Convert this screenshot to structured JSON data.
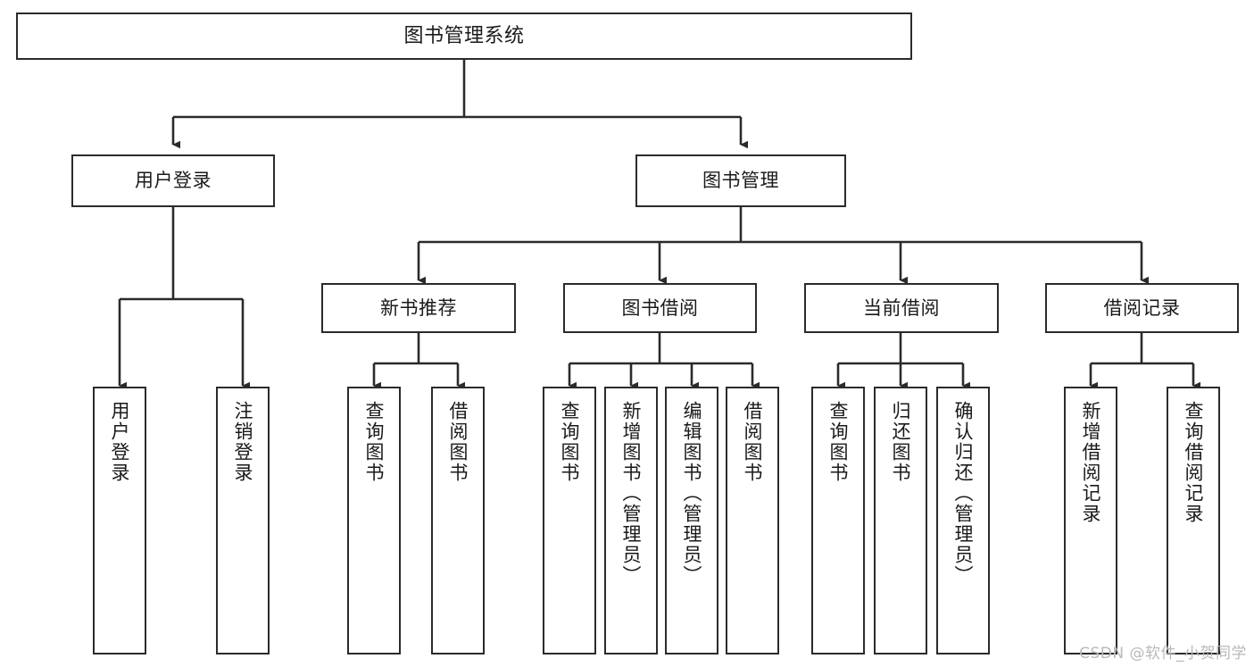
{
  "diagram": {
    "type": "tree-hierarchy",
    "title": "图书管理系统",
    "orientation": "top-down",
    "colors": {
      "node_border": "#2b2b2b",
      "node_fill": "#ffffff",
      "edge": "#2b2b2b",
      "text": "#1a1a1a",
      "watermark": "#b9b9b9",
      "background": "#ffffff"
    },
    "watermark": "CSDN @软件_小贺同学"
  },
  "nodes": {
    "root": {
      "label": "图书管理系统"
    },
    "level2": [
      {
        "label": "用户登录"
      },
      {
        "label": "图书管理"
      }
    ],
    "level3": [
      {
        "label": "新书推荐"
      },
      {
        "label": "图书借阅"
      },
      {
        "label": "当前借阅"
      },
      {
        "label": "借阅记录"
      }
    ],
    "leaves": {
      "user_login": [
        {
          "label": "用户登录"
        },
        {
          "label": "注销登录"
        }
      ],
      "new_book_recommend": [
        {
          "label": "查询图书"
        },
        {
          "label": "借阅图书"
        }
      ],
      "book_borrow": [
        {
          "label": "查询图书"
        },
        {
          "label": "新增图书（管理员）"
        },
        {
          "label": "编辑图书（管理员）"
        },
        {
          "label": "借阅图书"
        }
      ],
      "current_borrow": [
        {
          "label": "查询图书"
        },
        {
          "label": "归还图书"
        },
        {
          "label": "确认归还（管理员）"
        }
      ],
      "borrow_record": [
        {
          "label": "新增借阅记录"
        },
        {
          "label": "查询借阅记录"
        }
      ]
    }
  }
}
